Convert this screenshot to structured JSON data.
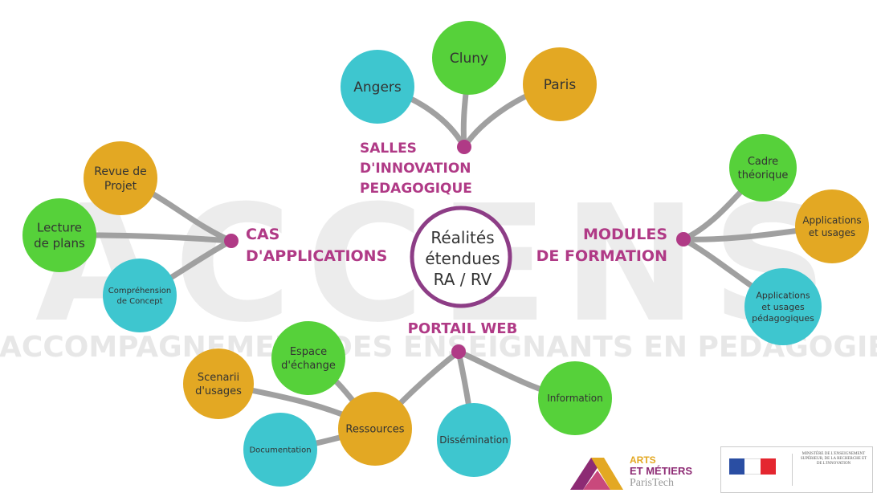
{
  "watermark": {
    "title": "ACCENS",
    "subtitle": "ACCOMPAGNEMENT DES ENSEIGNANTS EN PEDAGOGIE"
  },
  "center": {
    "lines": [
      "Réalités",
      "étendues",
      "RA / RV"
    ]
  },
  "branches": {
    "salles": {
      "label_lines": [
        "SALLES",
        "D'INNOVATION",
        "PEDAGOGIQUE"
      ],
      "bubbles": [
        {
          "lines": [
            "Angers"
          ],
          "color": "#3ec6cf"
        },
        {
          "lines": [
            "Cluny"
          ],
          "color": "#56d13a"
        },
        {
          "lines": [
            "Paris"
          ],
          "color": "#e3a823"
        }
      ]
    },
    "cas": {
      "label_lines": [
        "CAS",
        "D'APPLICATIONS"
      ],
      "bubbles": [
        {
          "lines": [
            "Revue de",
            "Projet"
          ],
          "color": "#e3a823"
        },
        {
          "lines": [
            "Lecture",
            "de plans"
          ],
          "color": "#56d13a"
        },
        {
          "lines": [
            "Compréhension",
            "de Concept"
          ],
          "color": "#3ec6cf"
        }
      ]
    },
    "modules": {
      "label_lines": [
        "MODULES",
        "DE FORMATION"
      ],
      "bubbles": [
        {
          "lines": [
            "Cadre",
            "théorique"
          ],
          "color": "#56d13a"
        },
        {
          "lines": [
            "Applications",
            "et usages"
          ],
          "color": "#e3a823"
        },
        {
          "lines": [
            "Applications",
            "et usages",
            "pédagogiques"
          ],
          "color": "#3ec6cf"
        }
      ]
    },
    "portail": {
      "label_lines": [
        "PORTAIL WEB"
      ],
      "bubbles": [
        {
          "lines": [
            "Information"
          ],
          "color": "#56d13a"
        },
        {
          "lines": [
            "Dissémination"
          ],
          "color": "#3ec6cf"
        },
        {
          "lines": [
            "Ressources"
          ],
          "color": "#e3a823"
        },
        {
          "lines": [
            "Espace",
            "d'échange"
          ],
          "color": "#56d13a"
        },
        {
          "lines": [
            "Scenarii",
            "d'usages"
          ],
          "color": "#e3a823"
        },
        {
          "lines": [
            "Documentation"
          ],
          "color": "#3ec6cf"
        }
      ]
    }
  },
  "colors": {
    "branch": "#b03a86",
    "connector": "#a0a0a0",
    "watermark": "#ececec",
    "green": "#56d13a",
    "cyan": "#3ec6cf",
    "orange": "#e3a823"
  },
  "footer": {
    "arts_logo": {
      "line1": "ARTS",
      "line2": "ET MÉTIERS",
      "line3": "ParisTech"
    },
    "ministry": {
      "text": "MINISTÈRE DE L'ENSEIGNEMENT SUPÉRIEUR, DE LA RECHERCHE ET DE L'INNOVATION"
    }
  }
}
